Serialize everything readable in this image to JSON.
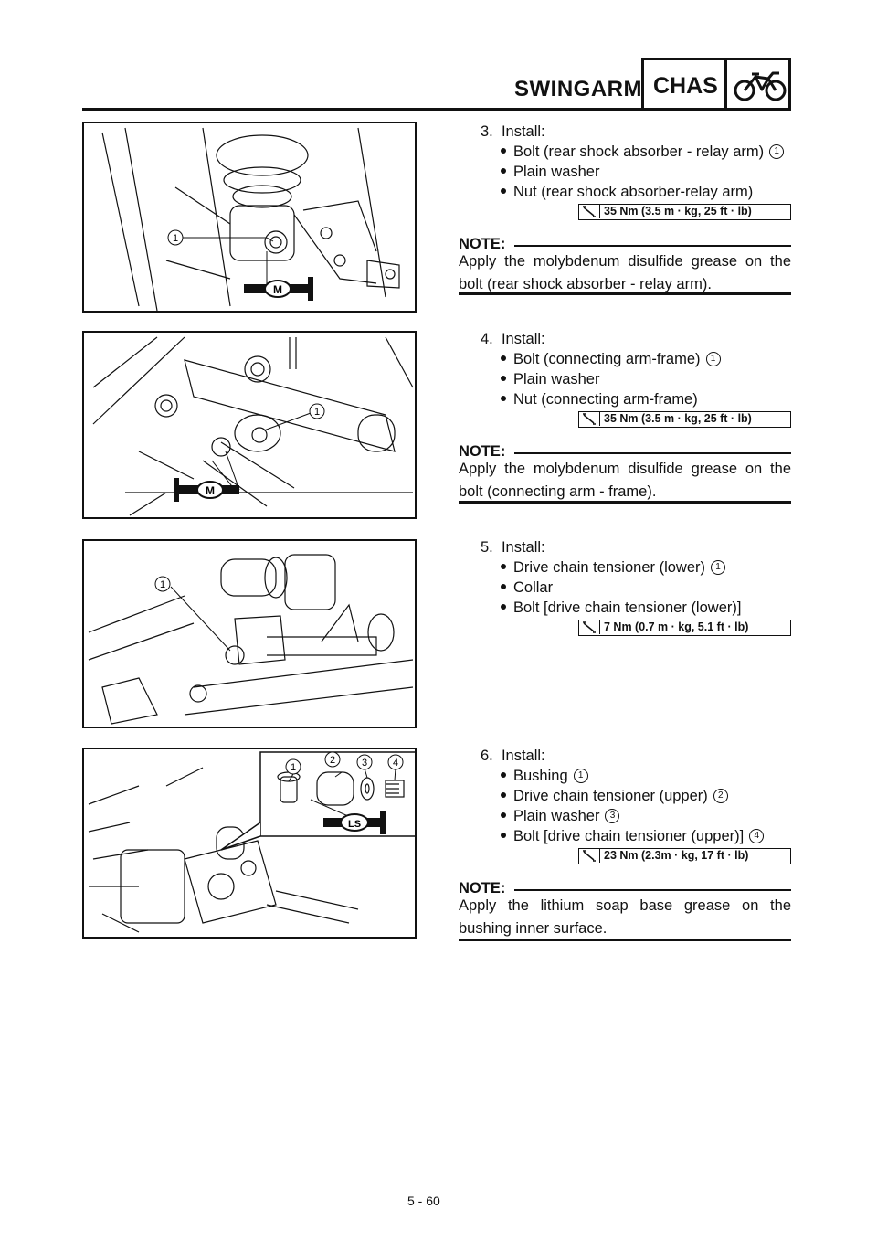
{
  "header": {
    "title": "SWINGARM",
    "section": "CHAS"
  },
  "steps": [
    {
      "number": "3.",
      "action": "Install:",
      "items": [
        {
          "text": "Bolt (rear shock absorber - relay arm)",
          "ref": "1"
        },
        {
          "text": "Plain washer",
          "ref": ""
        },
        {
          "text": "Nut (rear shock absorber-relay arm)",
          "ref": ""
        }
      ],
      "torque": "35 Nm (3.5 m · kg, 25 ft · lb)",
      "note_label": "NOTE:",
      "note": "Apply the molybdenum disulfide grease on the bolt (rear shock absorber - relay arm).",
      "figure": {
        "callouts": [
          "1"
        ],
        "grease": "M"
      }
    },
    {
      "number": "4.",
      "action": "Install:",
      "items": [
        {
          "text": "Bolt (connecting arm-frame)",
          "ref": "1"
        },
        {
          "text": "Plain washer",
          "ref": ""
        },
        {
          "text": "Nut (connecting arm-frame)",
          "ref": ""
        }
      ],
      "torque": "35 Nm (3.5 m · kg, 25 ft · lb)",
      "note_label": "NOTE:",
      "note": "Apply the molybdenum disulfide grease on the bolt (connecting arm - frame).",
      "figure": {
        "callouts": [
          "1"
        ],
        "grease": "M"
      }
    },
    {
      "number": "5.",
      "action": "Install:",
      "items": [
        {
          "text": "Drive chain tensioner (lower)",
          "ref": "1"
        },
        {
          "text": "Collar",
          "ref": ""
        },
        {
          "text": "Bolt [drive chain tensioner (lower)]",
          "ref": ""
        }
      ],
      "torque": "7 Nm (0.7 m · kg, 5.1 ft · lb)",
      "figure": {
        "callouts": [
          "1"
        ]
      }
    },
    {
      "number": "6.",
      "action": "Install:",
      "items": [
        {
          "text": "Bushing",
          "ref": "1"
        },
        {
          "text": "Drive chain tensioner (upper)",
          "ref": "2"
        },
        {
          "text": "Plain washer",
          "ref": "3"
        },
        {
          "text": "Bolt [drive chain tensioner (upper)]",
          "ref": "4"
        }
      ],
      "torque": "23 Nm (2.3m · kg, 17 ft · lb)",
      "note_label": "NOTE:",
      "note": "Apply the lithium soap base grease on the bushing inner surface.",
      "figure": {
        "callouts": [
          "1",
          "2",
          "3",
          "4"
        ],
        "grease": "LS"
      }
    }
  ],
  "footer": {
    "page_number": "5 - 60"
  }
}
